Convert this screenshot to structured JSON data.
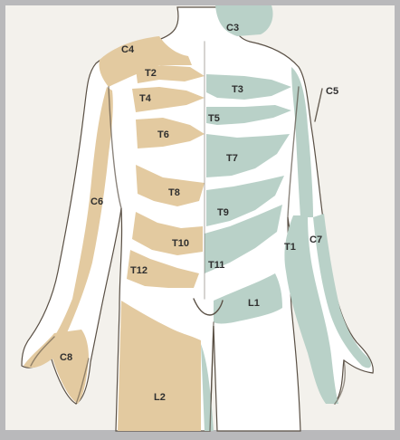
{
  "diagram": {
    "colors": {
      "background": "#b9b9bb",
      "paper": "#f3f1ec",
      "body": "#ffffff",
      "left_zone": "#e3caa0",
      "right_zone": "#b9d1c8"
    },
    "labels": {
      "c3": "C3",
      "c4": "C4",
      "c5": "C5",
      "c6": "C6",
      "c7": "C7",
      "c8": "C8",
      "t1": "T1",
      "t2": "T2",
      "t3": "T3",
      "t4": "T4",
      "t5": "T5",
      "t6": "T6",
      "t7": "T7",
      "t8": "T8",
      "t9": "T9",
      "t10": "T10",
      "t11": "T11",
      "t12": "T12",
      "l1": "L1",
      "l2": "L2"
    }
  }
}
